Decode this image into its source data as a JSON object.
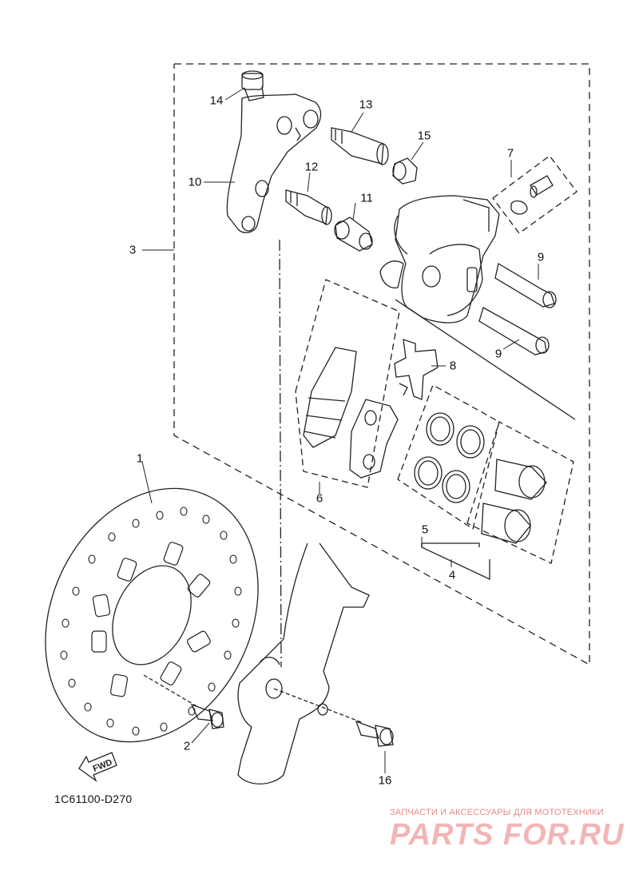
{
  "callouts": {
    "c1": "1",
    "c2": "2",
    "c3": "3",
    "c4": "4",
    "c5": "5",
    "c6": "6",
    "c7": "7",
    "c8": "8",
    "c9a": "9",
    "c9b": "9",
    "c10": "10",
    "c11": "11",
    "c12": "12",
    "c13": "13",
    "c14": "14",
    "c15": "15",
    "c16": "16"
  },
  "fwd_label": "FWD",
  "diagram_code": "1C61100-D270",
  "watermark": {
    "tagline": "ЗАПЧАСТИ И АКСЕССУАРЫ ДЛЯ МОТОТЕХНИКИ",
    "logo": "PARTS FOR.RU"
  },
  "colors": {
    "line": "#222222",
    "watermark": "#f2b5b5"
  }
}
